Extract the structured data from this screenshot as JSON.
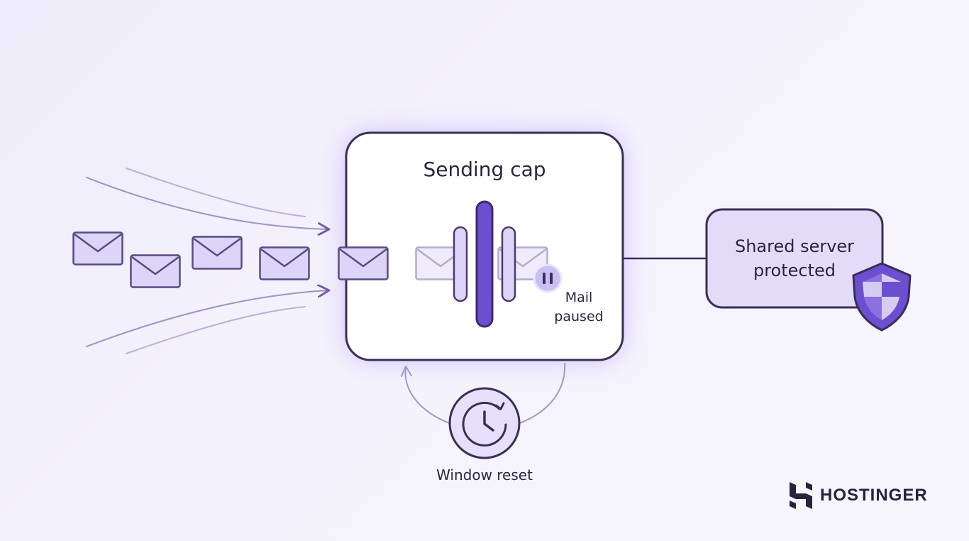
{
  "diagram": {
    "title": "Sending cap",
    "status_label": "Mail paused",
    "server_label": "Shared server protected",
    "reset_label": "Window reset"
  },
  "brand": {
    "name": "HOSTINGER"
  },
  "icons": {
    "envelope": "envelope-icon",
    "pause": "pause-icon",
    "shield": "shield-icon",
    "clock": "clock-reset-icon",
    "logo": "hostinger-logo-icon"
  },
  "colors": {
    "accent": "#6a4fd0",
    "accent_dark": "#3d2b6b",
    "outline": "#3b2d59",
    "envelope_fill": "#ddd5f7",
    "box_glow": "#a78bfa",
    "background": "#f1eefb"
  }
}
